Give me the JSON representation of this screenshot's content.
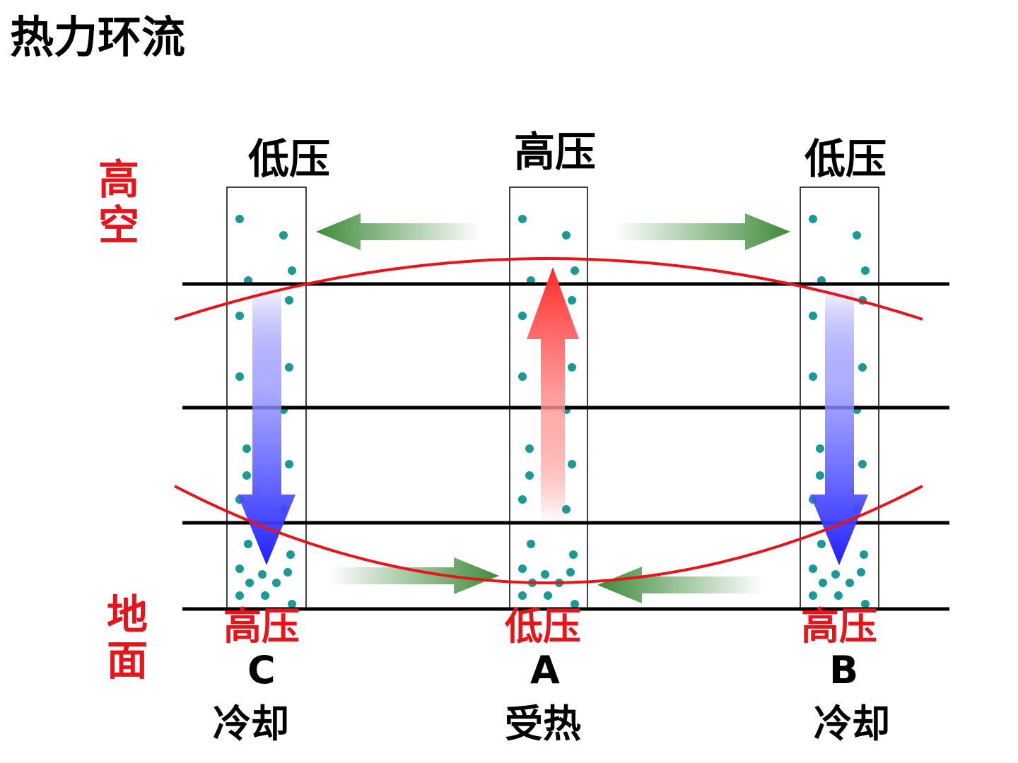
{
  "title": "热力环流",
  "side_labels": {
    "high_altitude": "高空",
    "ground": "地面"
  },
  "columns": [
    {
      "id": "C",
      "upper_pressure": "低压",
      "surface_pressure": "高压",
      "letter": "C",
      "condition": "冷却",
      "flow": "down"
    },
    {
      "id": "A",
      "upper_pressure": "高压",
      "surface_pressure": "低压",
      "letter": "A",
      "condition": "受热",
      "flow": "up"
    },
    {
      "id": "B",
      "upper_pressure": "低压",
      "surface_pressure": "高压",
      "letter": "B",
      "condition": "冷却",
      "flow": "down"
    }
  ],
  "colors": {
    "isobar": "#e8141b",
    "horizontal_flow": "#3f8a3a",
    "sinking_air": "#2b2bff",
    "rising_air": "#ff3333",
    "air_particle": "#1a9a96",
    "labels_red": "#e8141b",
    "labels_black": "#000000"
  }
}
